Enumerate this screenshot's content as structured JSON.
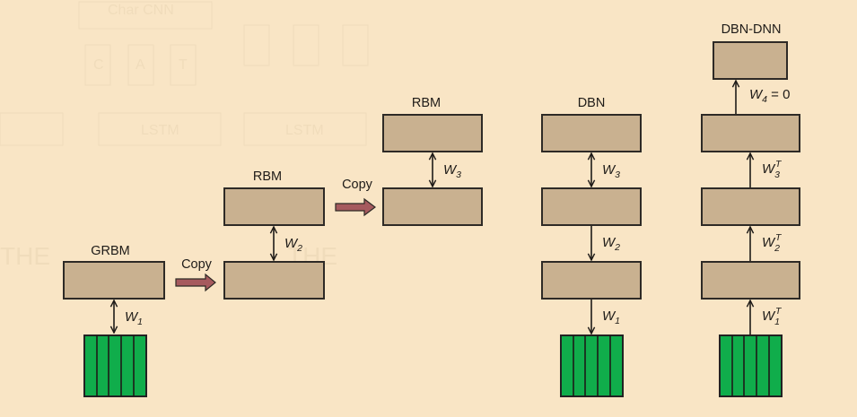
{
  "diagram": {
    "stages": [
      {
        "id": "grbm",
        "label": "GRBM",
        "weights": [
          {
            "name": "W",
            "sub": "1",
            "sup": "",
            "suffix": "",
            "direction": "bidirectional"
          }
        ]
      },
      {
        "id": "rbm2",
        "label": "RBM",
        "weights": [
          {
            "name": "W",
            "sub": "2",
            "sup": "",
            "suffix": "",
            "direction": "bidirectional"
          }
        ]
      },
      {
        "id": "rbm3",
        "label": "RBM",
        "weights": [
          {
            "name": "W",
            "sub": "3",
            "sup": "",
            "suffix": "",
            "direction": "bidirectional"
          }
        ]
      },
      {
        "id": "dbn",
        "label": "DBN",
        "weights": [
          {
            "name": "W",
            "sub": "3",
            "sup": "",
            "suffix": "",
            "direction": "bidirectional"
          },
          {
            "name": "W",
            "sub": "2",
            "sup": "",
            "suffix": "",
            "direction": "down"
          },
          {
            "name": "W",
            "sub": "1",
            "sup": "",
            "suffix": "",
            "direction": "down"
          }
        ]
      },
      {
        "id": "dbn-dnn",
        "label": "DBN-DNN",
        "weights": [
          {
            "name": "W",
            "sub": "4",
            "sup": "",
            "suffix": " = 0",
            "direction": "up"
          },
          {
            "name": "W",
            "sub": "3",
            "sup": "T",
            "suffix": "",
            "direction": "up"
          },
          {
            "name": "W",
            "sub": "2",
            "sup": "T",
            "suffix": "",
            "direction": "up"
          },
          {
            "name": "W",
            "sub": "1",
            "sup": "T",
            "suffix": "",
            "direction": "up"
          }
        ]
      }
    ],
    "copy_arrows": [
      {
        "label": "Copy"
      },
      {
        "label": "Copy"
      }
    ],
    "colors": {
      "background": "#f9e5c5",
      "layer_box": "#c9b190",
      "input_block": "#10ad4b",
      "copy_arrow": "#a65a5e"
    },
    "ghost_text": [
      "Char CNN",
      "C",
      "A",
      "T",
      "LSTM",
      "LSTM",
      "THE",
      "THE"
    ]
  }
}
